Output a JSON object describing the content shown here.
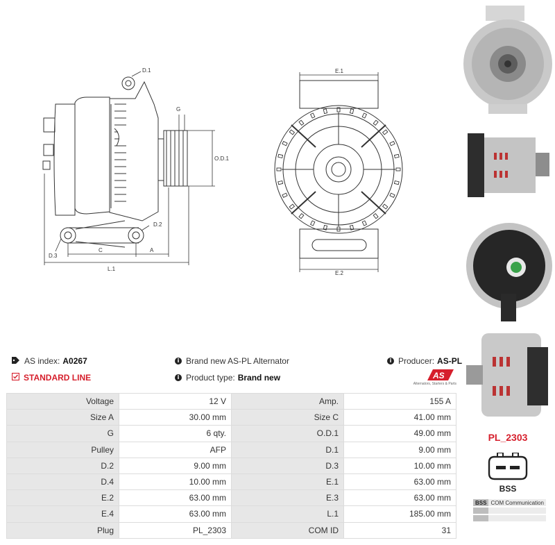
{
  "drawing_labels": {
    "d1": "D.1",
    "g": "G",
    "od1": "O.D.1",
    "d2": "D.2",
    "d3": "D.3",
    "c": "C",
    "a": "A",
    "l1": "L.1",
    "e1": "E.1",
    "e2": "E.2"
  },
  "header": {
    "as_index_label": "AS index:",
    "as_index_value": "A0267",
    "standard_line": "STANDARD LINE",
    "brand_new": "Brand new AS-PL Alternator",
    "product_type_label": "Product type:",
    "product_type_value": "Brand new",
    "producer_label": "Producer:",
    "producer_value": "AS-PL",
    "logo_text": "AS",
    "logo_tagline": "Alternators, Starters & Parts"
  },
  "specs": [
    {
      "l1": "Voltage",
      "v1": "12 V",
      "l2": "Amp.",
      "v2": "155 A"
    },
    {
      "l1": "Size A",
      "v1": "30.00 mm",
      "l2": "Size C",
      "v2": "41.00 mm"
    },
    {
      "l1": "G",
      "v1": "6 qty.",
      "l2": "O.D.1",
      "v2": "49.00 mm"
    },
    {
      "l1": "Pulley",
      "v1": "AFP",
      "l2": "D.1",
      "v2": "9.00 mm"
    },
    {
      "l1": "D.2",
      "v1": "9.00 mm",
      "l2": "D.3",
      "v2": "10.00 mm"
    },
    {
      "l1": "D.4",
      "v1": "10.00 mm",
      "l2": "E.1",
      "v2": "63.00 mm"
    },
    {
      "l1": "E.2",
      "v1": "63.00 mm",
      "l2": "E.3",
      "v2": "63.00 mm"
    },
    {
      "l1": "E.4",
      "v1": "63.00 mm",
      "l2": "L.1",
      "v2": "185.00 mm"
    },
    {
      "l1": "Plug",
      "v1": "PL_2303",
      "l2": "COM ID",
      "v2": "31"
    }
  ],
  "side": {
    "part_code": "PL_2303",
    "connector_label": "BSS",
    "comm_rows": [
      {
        "code": "BSS",
        "desc": "COM Communication"
      },
      {
        "code": "",
        "desc": ""
      },
      {
        "code": "",
        "desc": ""
      }
    ]
  },
  "colors": {
    "accent_red": "#d61f2c",
    "label_bg": "#e7e7e7",
    "border": "#dcdcdc"
  }
}
